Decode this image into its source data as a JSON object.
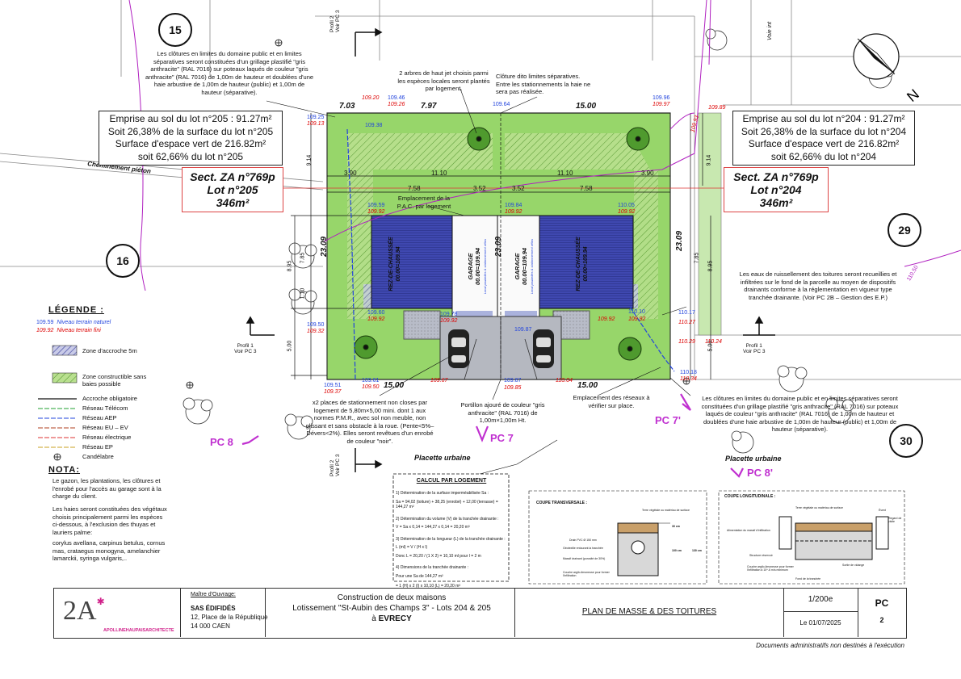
{
  "lots": {
    "lot205": {
      "emprise": "Emprise au sol du lot n°205 : 91.27m²",
      "surface_pct": "Soit 26,38% de la surface du lot n°205",
      "espace_vert": "Surface d'espace vert de 216.82m²",
      "espace_pct": "soit 62,66% du lot n°205",
      "sect": "Sect. ZA n°769p",
      "lot": "Lot n°205",
      "area": "346m²"
    },
    "lot204": {
      "emprise": "Emprise au sol du lot n°204 : 91.27m²",
      "surface_pct": "Soit 26,38% de la surface du lot n°204",
      "espace_vert": "Surface d'espace vert de 216.82m²",
      "espace_pct": "soit 62,66% du lot n°204",
      "sect": "Sect. ZA n°769p",
      "lot": "Lot n°204",
      "area": "346m²"
    }
  },
  "parcels": {
    "p15": "15",
    "p16": "16",
    "p29": "29",
    "p30": "30"
  },
  "notes": {
    "clotures_top": "Les clôtures en limites du domaine public et en limites séparatives seront constituées d'un grillage plastifié \"gris anthracite\" (RAL 7016) sur poteaux laqués de couleur \"gris anthracite\" (RAL 7016) de 1,00m de hauteur et doublées d'une haie arbustive de 1,00m de hauteur (public) et 1,00m de hauteur (séparative).",
    "arbres": "2 arbres de haut jet choisis parmi les espèces locales seront plantés par logement.",
    "cloture_dito": "Clôture dito limites séparatives. Entre les stationnements la haie ne sera pas réalisée.",
    "pac": "Emplacement de la P.A.C. par logement",
    "eaux": "Les eaux de ruissellement des toitures seront recueillies et infiltrées sur le fond de la parcelle au moyen de dispositifs drainants conforme à la réglementation en vigueur type tranchée drainante. (Voir PC 2B – Gestion des E.P.)",
    "parking": "x2 places de stationnement non closes par logement de 5,80m×5,00 mini. dont 1 aux normes P.M.R., avec sol non meuble, non glissant et sans obstacle à la roue. (Pente<5%–Dévers<2%). Elles seront revêtues d'un enrobé de couleur \"noir\".",
    "portillon": "Portillon ajouré de couleur \"gris anthracite\" (RAL 7016) de 1,00m×1,00m Ht.",
    "reseaux": "Emplacement des réseaux à vérifier sur place.",
    "clotures_bottom": "Les clôtures en limites du domaine public et en limites séparatives seront constituées d'un grillage plastifié \"gris anthracite\" (RAL 7016) sur poteaux laqués de couleur \"gris anthracite\" (RAL 7016) de 1,00m de hauteur et doublées d'une haie arbustive de 1,00m de hauteur (public) et 1,00m de hauteur (séparative).",
    "cheminement": "Cheminement piéton",
    "voie": "Voie int",
    "placette1": "Placette urbaine",
    "placette2": "Placette urbaine",
    "profil2_top": "Profil 2\nVoir PC 3",
    "profil2_bottom": "Profil 2\nVoir PC 3",
    "profil1_left": "Profil 1\nVoir PC 3",
    "profil1_right": "Profil 1\nVoir PC 3",
    "rdc": "REZ-DE-CHAUSSÉE",
    "rdc_level": "00.00=109.94",
    "garage": "GARAGE",
    "garage_level": "00.00=109.94",
    "garage_sub": "Local poubelles & stationnement vélos"
  },
  "dims": {
    "d703": "7.03",
    "d797": "7.97",
    "d1500_top": "15.00",
    "d390a": "3.90",
    "d1110a": "11.10",
    "d1110b": "11.10",
    "d390b": "3.90",
    "d352a": "3.52",
    "d758a": "7.58",
    "d352b": "3.52",
    "d758b": "7.58",
    "d2309a": "23.09",
    "d2309b": "23.09",
    "d2309c": "23.09",
    "d1500_bl": "15.00",
    "d1500_br": "15.00",
    "d914a": "9.14",
    "d914b": "9.14",
    "d895a": "8.95",
    "d785a": "7.85",
    "d110a": "1.10",
    "d500a": "5.00",
    "d895b": "8.95",
    "d785b": "7.85",
    "d500b": "5.00"
  },
  "levels": {
    "l1": "109.20",
    "l2": "109.26",
    "l3": "109.46",
    "l4": "109.26",
    "l5": "109.64",
    "l6": "109.96",
    "l7": "109.97",
    "l8": "109.89",
    "l9": "109.25",
    "l10": "109.13",
    "l11": "109.38",
    "l12": "109.59",
    "l13": "109.92",
    "l14": "109.84",
    "l15": "109.92",
    "l16": "110.05",
    "l17": "109.92",
    "l18": "109.60",
    "l19": "109.92",
    "l20": "109.78",
    "l21": "109.92",
    "l22": "109.87",
    "l23": "109.92",
    "l24": "110.10",
    "l25": "109.92",
    "l26": "110.17",
    "l27": "110.27",
    "l28": "110.29",
    "l29": "110.24",
    "l30": "109.50",
    "l31": "109.32",
    "l32": "109.51",
    "l33": "109.37",
    "l34": "109.61",
    "l35": "109.50",
    "l36": "109.67",
    "l37": "109.87",
    "l38": "109.85",
    "l39": "110.04",
    "l40": "110.18",
    "l41": "110.34",
    "l42": "109.93",
    "l43": "110.50"
  },
  "legend": {
    "title": "LÉGENDE :",
    "nat_value": "109.59",
    "nat_label": "Niveau terrain naturel",
    "fini_value": "109.92",
    "fini_label": "Niveau terrain fini",
    "zone_accroche": "Zone d'accroche 5m",
    "zone_constructible": "Zone constructible sans baies possible",
    "items": [
      "Accroche obligatoire",
      "Réseau Télécom",
      "Réseau AEP",
      "Réseau EU – EV",
      "Réseau électrique",
      "Réseau EP",
      "Candélabre"
    ]
  },
  "nota": {
    "title": "NOTA:",
    "p1": "Le gazon, les plantations, les clôtures et l'enrobé pour l'accès au garage sont à la charge du client.",
    "p2": "Les haies seront constituées des végétaux choisis principalement parmi les espèces ci-dessous, à l'exclusion des thuyas et lauriers palme:",
    "p3": "corylus avellana, carpinus betulus, cornus mas, crataegus monogyna, amelanchier lamarckii, syringa vulgaris,.."
  },
  "pc_marks": {
    "pc7": "PC 7",
    "pc7p": "PC 7'",
    "pc8": "PC 8",
    "pc8p": "PC 8'"
  },
  "calc": {
    "title": "CALCUL PAR LOGEMENT",
    "l1": "1)       Détermination de la surface imperméabilisée Sa :",
    "l2": "Sa = 94,02 (toiture) + 38,25 (enrobé) + 12,00 (terrasse) = 144,27 m²",
    "l3": "2)       Détermination du volume (V) de la tranchée drainante :",
    "l4": "V = Sa x 0,14 = 144,27 x 0,14 = 20,20 m³",
    "l5": "3)       Détermination de la longueur (L) de la tranchée drainante :",
    "l6": "L (ml) = V / (H x l)",
    "l7": "Donc L = 20,20 / (1 X 2) = 10,10 ml pour l = 2 m",
    "l8": "4)       Dimensions de la tranchée drainante :",
    "l9": "Pour une Sa de 144,27 m²",
    "l10": "=    1 (H) x 2 (l) x 10,10 (L) = 20,20 m³"
  },
  "coupes": {
    "transversale": "COUPE TRANSVERSALE :",
    "longitudinale": "COUPE LONGITUDINALE :",
    "t1": "Terre végétale ou matériau de surface",
    "t2": "Drain PVC Ø 150 mm",
    "t3": "Géotextile entourant la tranchée",
    "t4": "Massif drainant (porosité de 30%)",
    "t5": "Couche argilo-limoneuse pour former l'infiltration",
    "h1": "30 cm",
    "h2": "100 cm",
    "h3": "130 cm",
    "g1": "Terre végétale ou matériau de surface",
    "g2": "Alimentation du massif d'infiltration",
    "g3": "Structure réservoir",
    "g4": "Couche argilo-limoneuse pour former l'infiltration à 10^-6 m/s minimum",
    "g5": "Évent",
    "g6": "Regard de visite",
    "g7": "Sortie de vidange",
    "g8": "Fond de la tranchée"
  },
  "titleblock": {
    "logo_main": "2A",
    "logo_sub": "APOLLINEHAUPAISARCHITECTE",
    "mo_label": "Maître d'Ouvrage:",
    "mo_name": "SAS ÉDIFIDÉS",
    "mo_addr1": "12, Place de la République",
    "mo_addr2": "14 000 CAEN",
    "proj1": "Construction de deux maisons",
    "proj2": "Lotissement \"St-Aubin des Champs 3\" - Lots 204 & 205",
    "proj3_prefix": "à",
    "proj3_city": "EVRECY",
    "plan_title": "PLAN DE MASSE & DES TOITURES",
    "scale": "1/200e",
    "date": "Le 01/07/2025",
    "code": "PC",
    "code_num": "2",
    "disclaimer": "Documents administratifs non destinés à l'exécution"
  }
}
